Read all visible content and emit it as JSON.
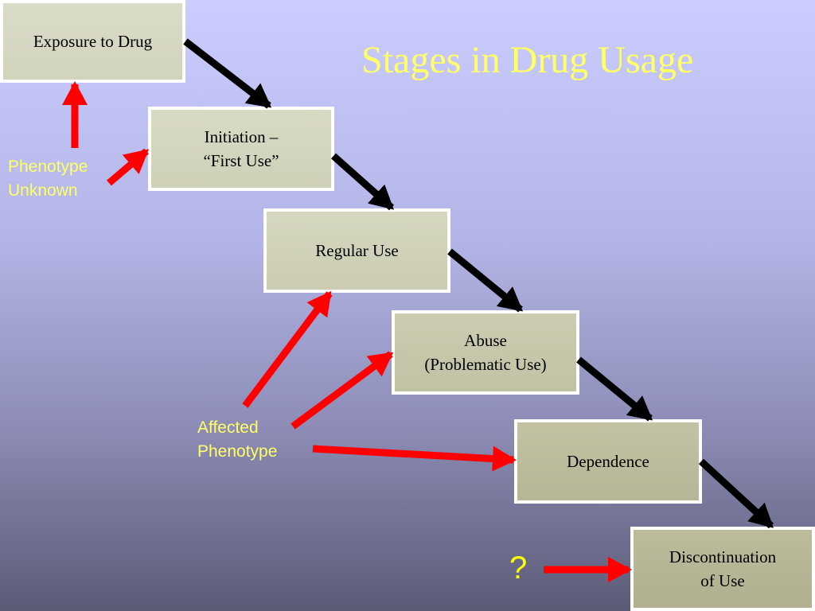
{
  "title": "Stages in Drug Usage",
  "stages": [
    {
      "lines": [
        "Exposure to Drug"
      ]
    },
    {
      "lines": [
        "Initiation –",
        "“First Use”"
      ]
    },
    {
      "lines": [
        "Regular Use"
      ]
    },
    {
      "lines": [
        "Abuse",
        "(Problematic Use)"
      ]
    },
    {
      "lines": [
        "Dependence"
      ]
    },
    {
      "lines": [
        "Discontinuation",
        "of Use"
      ]
    }
  ],
  "phenotype_unknown": {
    "lines": [
      "Phenotype",
      "Unknown"
    ]
  },
  "affected_phenotype": {
    "lines": [
      "Affected",
      "Phenotype"
    ]
  },
  "unknown_marker": "?",
  "colors": {
    "box_fill_top": "#dbdcc8",
    "box_fill_bottom": "#b4b493",
    "stage_arrow": "#000000",
    "factor_arrow": "#ff0000",
    "title_text": "#ffff66",
    "label_text": "#ffff66"
  }
}
